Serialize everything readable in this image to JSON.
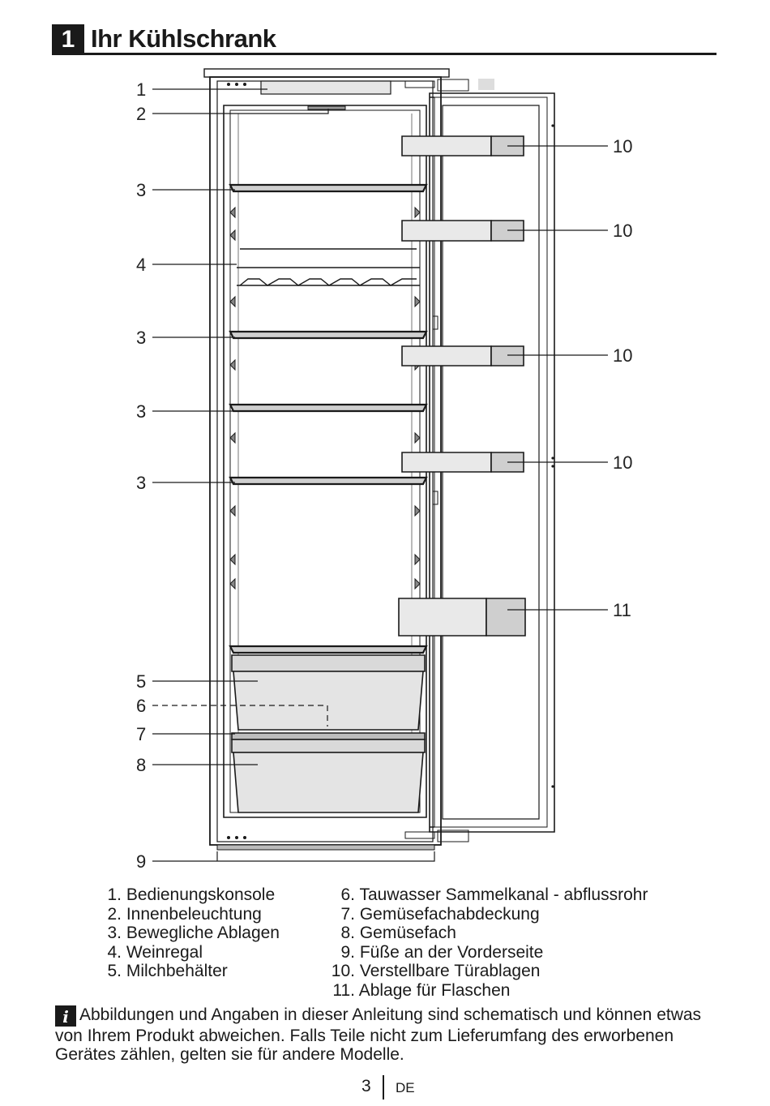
{
  "header": {
    "chapter_number": "1",
    "title": "Ihr Kühlschrank"
  },
  "callouts": {
    "c1": "1",
    "c2": "2",
    "c3a": "3",
    "c4": "4",
    "c3b": "3",
    "c3c": "3",
    "c3d": "3",
    "c5": "5",
    "c6": "6",
    "c7": "7",
    "c8": "8",
    "c9": "9",
    "c10a": "10",
    "c10b": "10",
    "c10c": "10",
    "c10d": "10",
    "c11": "11"
  },
  "legend_left": [
    {
      "num": "1.",
      "label": "Bedienungskonsole"
    },
    {
      "num": "2.",
      "label": "Innenbeleuchtung"
    },
    {
      "num": "3.",
      "label": "Bewegliche Ablagen"
    },
    {
      "num": "4.",
      "label": "Weinregal"
    },
    {
      "num": "5.",
      "label": "Milchbehälter"
    }
  ],
  "legend_right": [
    {
      "num": "6.",
      "label": "Tauwasser Sammelkanal - abflussrohr"
    },
    {
      "num": "7.",
      "label": "Gemüsefachabdeckung"
    },
    {
      "num": "8.",
      "label": "Gemüsefach"
    },
    {
      "num": "9.",
      "label": "Füße an der Vorderseite"
    },
    {
      "num": "10.",
      "label": "Verstellbare Türablagen"
    },
    {
      "num": "11.",
      "label": "Ablage für Flaschen"
    }
  ],
  "note": {
    "icon": "info-icon",
    "icon_glyph": "i",
    "text": "Abbildungen und Angaben in dieser Anleitung sind schematisch und können etwas von Ihrem Produkt abweichen. Falls Teile nicht zum Lieferumfang des erworbenen Gerätes zählen, gelten sie für andere Modelle."
  },
  "footer": {
    "page_number": "3",
    "language": "DE"
  }
}
